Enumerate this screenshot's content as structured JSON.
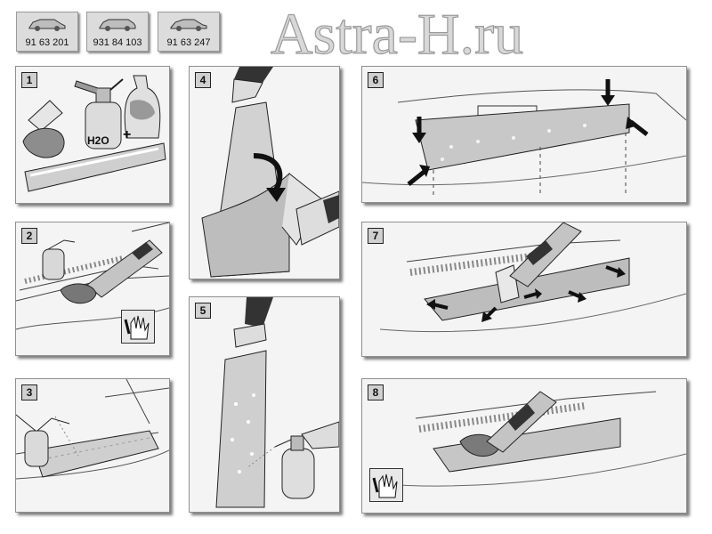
{
  "watermark": "Astra-H.ru",
  "part_numbers": [
    "91 63 201",
    "931 84 103",
    "91 63 247"
  ],
  "steps": [
    {
      "number": "1",
      "label_h2o": "H2O",
      "plus": "+"
    },
    {
      "number": "2"
    },
    {
      "number": "3"
    },
    {
      "number": "4"
    },
    {
      "number": "5"
    },
    {
      "number": "6"
    },
    {
      "number": "7"
    },
    {
      "number": "8"
    }
  ],
  "icons": {
    "car_thumbnail": "car-side-icon",
    "wipe_hand": "hand-wipe-icon",
    "arrow": "arrow-icon"
  },
  "colors": {
    "panel_bg": "#f4f4f4",
    "panel_border": "#8f8f8f",
    "shadow": "#7e7e7e",
    "watermark": "#d8d8d8"
  }
}
